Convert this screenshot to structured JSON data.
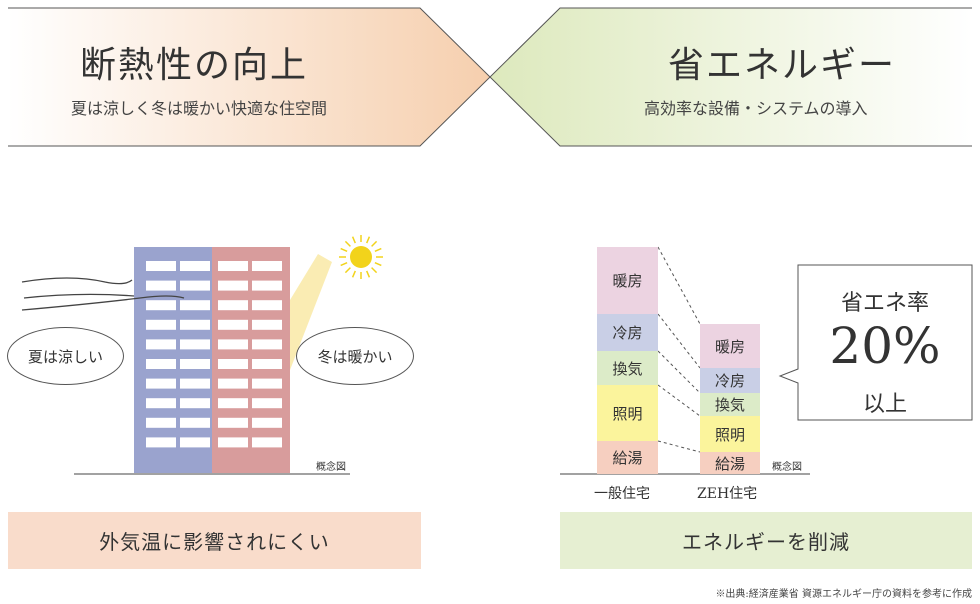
{
  "left_banner": {
    "title": "断熱性の向上",
    "subtitle": "夏は涼しく冬は暖かい快適な住空間"
  },
  "right_banner": {
    "title": "省エネルギー",
    "subtitle": "高効率な設備・システムの導入"
  },
  "insulation_figure": {
    "summer_label": "夏は涼しい",
    "winter_label": "冬は暖かい",
    "concept_label": "概念図"
  },
  "energy_figure": {
    "general_house_label": "一般住宅",
    "zeh_house_label": "ZEH住宅",
    "concept_label": "概念図",
    "general_segments": [
      "暖房",
      "冷房",
      "換気",
      "照明",
      "給湯"
    ],
    "zeh_segments": [
      "暖房",
      "冷房",
      "換気",
      "照明",
      "給湯"
    ],
    "callout": {
      "line1": "省エネ率",
      "value": "20%",
      "line3": "以上"
    }
  },
  "bottom": {
    "left_caption": "外気温に影響されにくい",
    "right_caption": "エネルギーを削減"
  },
  "footnote": "※出典:経済産業省 資源エネルギー庁の資料を参考に作成",
  "colors": {
    "left_banner_gradient": [
      "#ffffff",
      "#f6cfae"
    ],
    "right_banner_gradient": [
      "#dde9bd",
      "#ffffff"
    ],
    "building_blue": "#9aa3ce",
    "building_red": "#d89c9c",
    "heating": "#ecd3e1",
    "cooling": "#c9cfe6",
    "ventilation": "#dcebc8",
    "lighting": "#fbf49c",
    "hot_water": "#f6cfc0",
    "left_bottom_bar": "#f9dccb",
    "right_bottom_bar": "#e6efd2"
  }
}
